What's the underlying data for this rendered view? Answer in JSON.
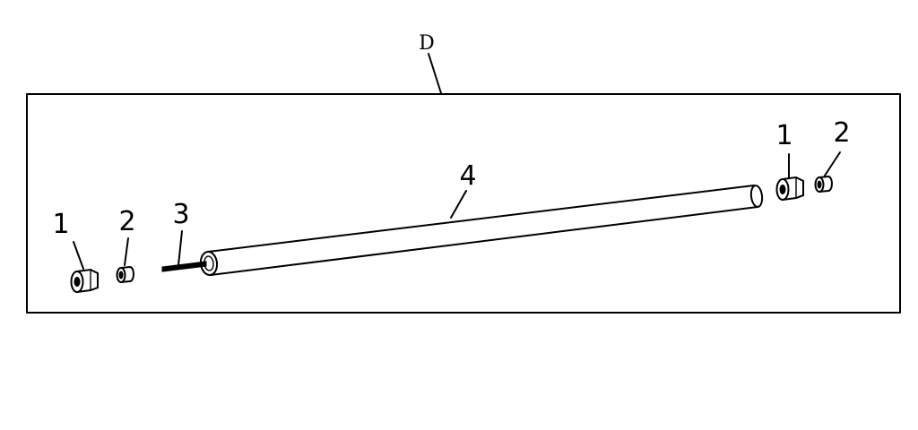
{
  "assembly": {
    "label": "D"
  },
  "callouts": {
    "nut_left": "1",
    "bushing_left": "2",
    "rod": "3",
    "tube": "4",
    "nut_right": "1",
    "bushing_right": "2"
  }
}
